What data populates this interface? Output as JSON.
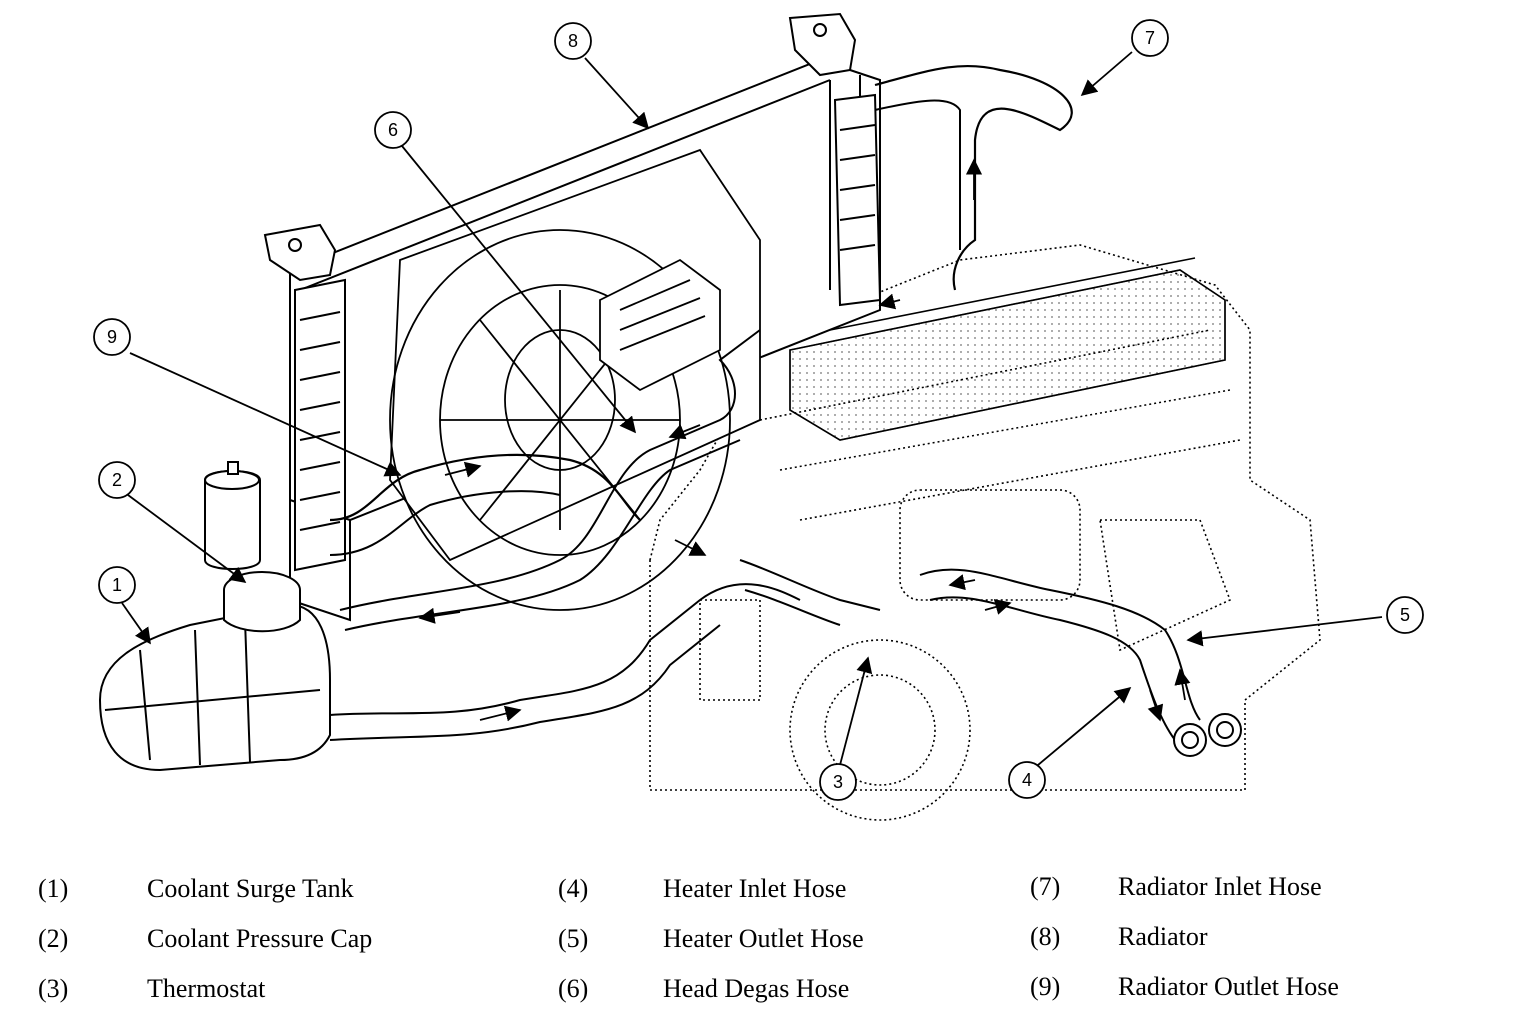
{
  "callouts": [
    {
      "num": "1"
    },
    {
      "num": "2"
    },
    {
      "num": "3"
    },
    {
      "num": "4"
    },
    {
      "num": "5"
    },
    {
      "num": "6"
    },
    {
      "num": "7"
    },
    {
      "num": "8"
    },
    {
      "num": "9"
    }
  ],
  "legend": [
    {
      "num": "(1)",
      "label": "Coolant Surge Tank"
    },
    {
      "num": "(2)",
      "label": "Coolant Pressure Cap"
    },
    {
      "num": "(3)",
      "label": "Thermostat"
    },
    {
      "num": "(4)",
      "label": "Heater Inlet Hose"
    },
    {
      "num": "(5)",
      "label": "Heater Outlet Hose"
    },
    {
      "num": "(6)",
      "label": "Head Degas Hose"
    },
    {
      "num": "(7)",
      "label": "Radiator Inlet Hose"
    },
    {
      "num": "(8)",
      "label": "Radiator"
    },
    {
      "num": "(9)",
      "label": "Radiator Outlet Hose"
    }
  ]
}
